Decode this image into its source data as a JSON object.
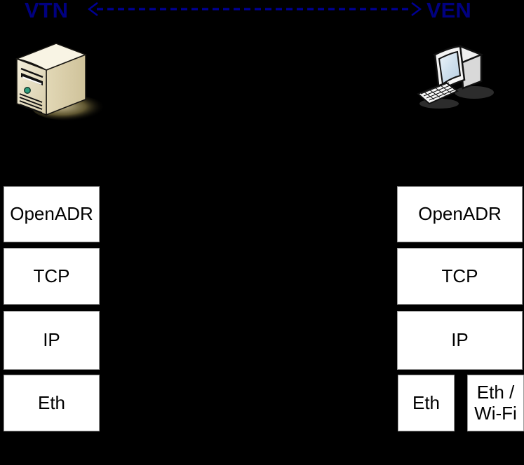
{
  "header": {
    "vtn_label": "VTN",
    "ven_label": "VEN"
  },
  "icons": {
    "server": "server-icon",
    "computer": "desktop-computer-icon"
  },
  "stacks": {
    "vtn": {
      "layers": [
        "OpenADR",
        "TCP",
        "IP",
        "Eth"
      ]
    },
    "ven": {
      "layers": [
        "OpenADR",
        "TCP",
        "IP"
      ],
      "link_layers": [
        "Eth",
        "Eth /\nWi-Fi"
      ]
    }
  },
  "colors": {
    "background": "#000000",
    "endpoint_label_text": "#000080",
    "arrow": "#000096",
    "box_background": "#FFFFFF",
    "box_text": "#000000",
    "server_body": "#E9E1C6",
    "server_led": "#2E9E7E",
    "monitor_screen": "#D6E4F0"
  }
}
